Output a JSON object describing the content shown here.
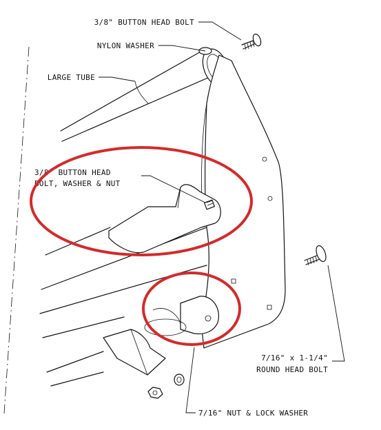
{
  "labels": {
    "button_head_bolt": "3/8\" BUTTON HEAD BOLT",
    "nylon_washer": "NYLON WASHER",
    "large_tube": "LARGE TUBE",
    "bolt_washer_nut_line1": "3/8\"  BUTTON HEAD",
    "bolt_washer_nut_line2": "BOLT, WASHER & NUT",
    "round_head_bolt_line1": "7/16\" x 1-1/4\"",
    "round_head_bolt_line2": "ROUND HEAD BOLT",
    "nut_lock_washer": "7/16\" NUT & LOCK WASHER"
  },
  "colors": {
    "line": "#111111",
    "highlight": "#d42a2a",
    "background": "#ffffff"
  }
}
